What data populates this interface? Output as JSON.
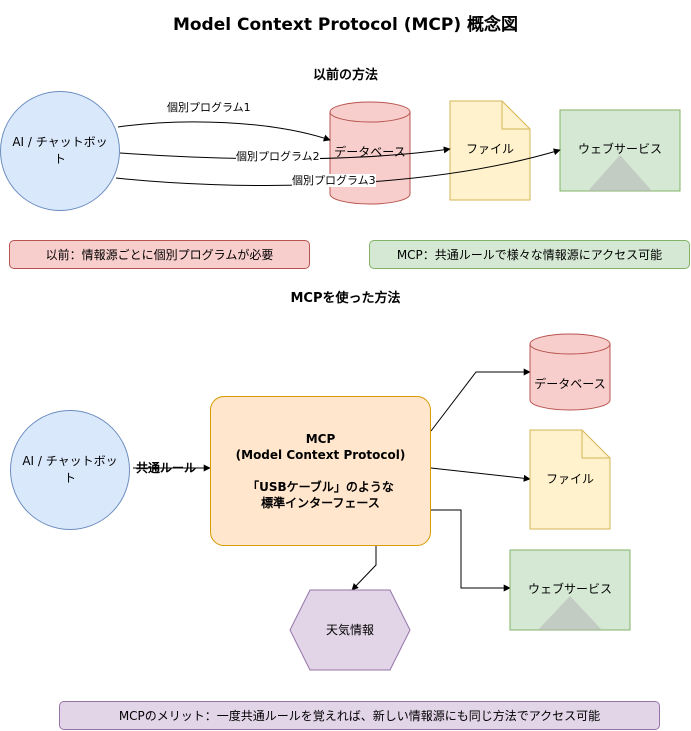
{
  "title": "Model Context Protocol (MCP) 概念図",
  "before": {
    "heading": "以前の方法",
    "chatbot": "AI / チャットボット",
    "database": "データベース",
    "file": "ファイル",
    "web": "ウェブサービス",
    "programs": [
      "個別プログラム1",
      "個別プログラム2",
      "個別プログラム3"
    ],
    "note": "以前：情報源ごとに個別プログラムが必要"
  },
  "mcp_note": "MCP：共通ルールで様々な情報源にアクセス可能",
  "after": {
    "heading": "MCPを使った方法",
    "chatbot": "AI / チャットボット",
    "rule_label": "共通ルール",
    "mcp": {
      "line1": "MCP",
      "line2": "(Model Context Protocol)",
      "line3": "「USBケーブル」のような",
      "line4": "標準インターフェース"
    },
    "database": "データベース",
    "file": "ファイル",
    "web": "ウェブサービス",
    "weather": "天気情報"
  },
  "merit_note": "MCPのメリット：一度共通ルールを覚えれば、新しい情報源にも同じ方法でアクセス可能",
  "colors": {
    "blue_fill": "#dae8fc",
    "blue_stroke": "#6c8ebf",
    "red_fill": "#f8cecc",
    "red_stroke": "#b85450",
    "yellow_fill": "#fff2cc",
    "yellow_stroke": "#d6b656",
    "green_fill": "#d5e8d4",
    "green_stroke": "#82b366",
    "orange_fill": "#ffe6cc",
    "orange_stroke": "#d79b00",
    "purple_fill": "#e1d5e7",
    "purple_stroke": "#9673a6"
  }
}
